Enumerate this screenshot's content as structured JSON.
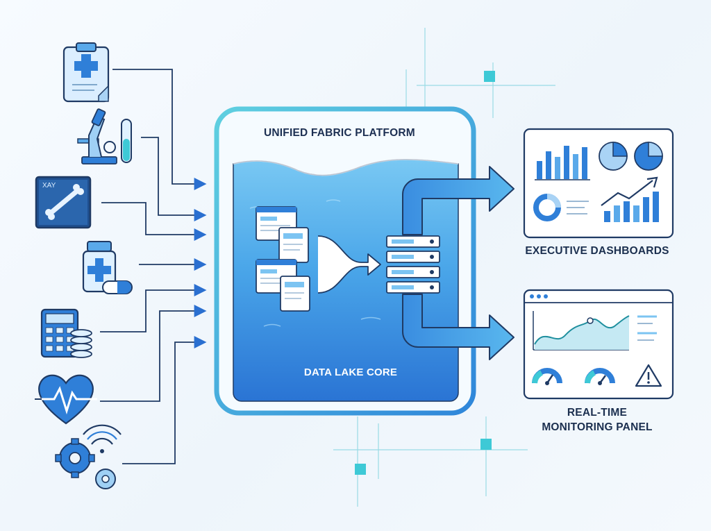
{
  "platform": {
    "title": "UNIFIED FABRIC PLATFORM",
    "core_label": "DATA LAKE CORE"
  },
  "sources": [
    {
      "icon": "clipboard-icon"
    },
    {
      "icon": "microscope-icon"
    },
    {
      "icon": "xray-icon",
      "text": "XAY"
    },
    {
      "icon": "medicine-bottle-icon"
    },
    {
      "icon": "calculator-icon"
    },
    {
      "icon": "heart-monitor-icon"
    },
    {
      "icon": "gears-wifi-icon"
    }
  ],
  "outputs": {
    "executive": {
      "label": "EXECUTIVE DASHBOARDS"
    },
    "realtime": {
      "label_line1": "REAL-TIME",
      "label_line2": "MONITORING PANEL"
    }
  },
  "colors": {
    "navy": "#1f3a64",
    "blue": "#2f7fd8",
    "light_blue": "#7cc4f2",
    "teal": "#3ec9d6",
    "water_top": "#6cc0f0",
    "water_bottom": "#2a78d6"
  }
}
